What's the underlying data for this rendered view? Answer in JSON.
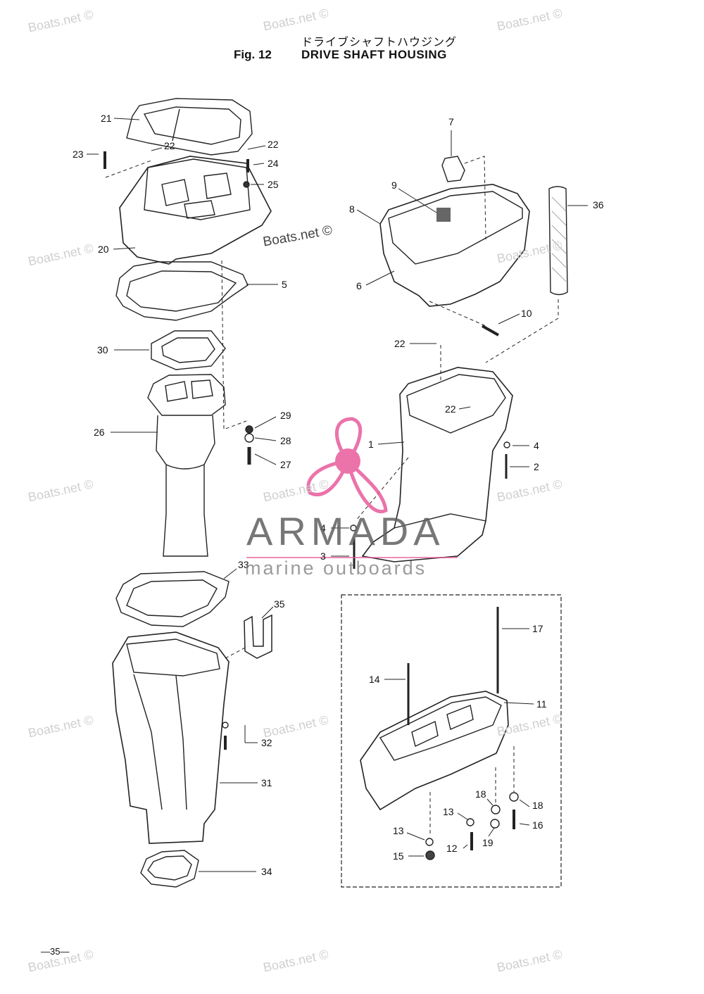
{
  "header": {
    "title_jp": "ドライブシャフトハウジング",
    "fig_label": "Fig. 12",
    "title": "DRIVE SHAFT HOUSING"
  },
  "watermarks": {
    "site": "Boats.net ©"
  },
  "brand": {
    "name": "ARMADA",
    "tagline": "marine outboards",
    "accent": "#e85b9c"
  },
  "page_number": "—35—",
  "callouts": [
    {
      "n": "21"
    },
    {
      "n": "22"
    },
    {
      "n": "23"
    },
    {
      "n": "22"
    },
    {
      "n": "24"
    },
    {
      "n": "25"
    },
    {
      "n": "20"
    },
    {
      "n": "5"
    },
    {
      "n": "30"
    },
    {
      "n": "29"
    },
    {
      "n": "28"
    },
    {
      "n": "27"
    },
    {
      "n": "26"
    },
    {
      "n": "7"
    },
    {
      "n": "9"
    },
    {
      "n": "8"
    },
    {
      "n": "36"
    },
    {
      "n": "6"
    },
    {
      "n": "10"
    },
    {
      "n": "22"
    },
    {
      "n": "22"
    },
    {
      "n": "1"
    },
    {
      "n": "4"
    },
    {
      "n": "2"
    },
    {
      "n": "4"
    },
    {
      "n": "3"
    },
    {
      "n": "33"
    },
    {
      "n": "35"
    },
    {
      "n": "17"
    },
    {
      "n": "14"
    },
    {
      "n": "11"
    },
    {
      "n": "32"
    },
    {
      "n": "31"
    },
    {
      "n": "18"
    },
    {
      "n": "13"
    },
    {
      "n": "18"
    },
    {
      "n": "16"
    },
    {
      "n": "19"
    },
    {
      "n": "13"
    },
    {
      "n": "12"
    },
    {
      "n": "15"
    },
    {
      "n": "34"
    }
  ]
}
